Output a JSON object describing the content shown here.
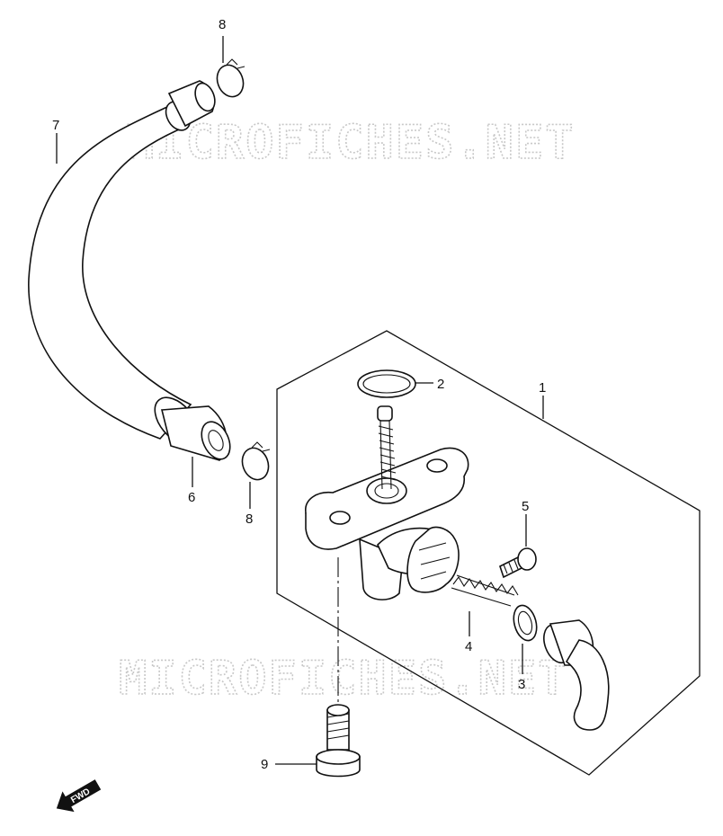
{
  "watermark": {
    "top_text": "MICROFICHES.NET",
    "bottom_text": "MICROFICHES.NET"
  },
  "callouts": {
    "label_1": "1",
    "label_2": "2",
    "label_3": "3",
    "label_4": "4",
    "label_5": "5",
    "label_6": "6",
    "label_7": "7",
    "label_8_top": "8",
    "label_8_bottom": "8",
    "label_9": "9"
  },
  "badge": {
    "fwd_text": "FWD",
    "icon": "fwd-arrow-icon"
  }
}
